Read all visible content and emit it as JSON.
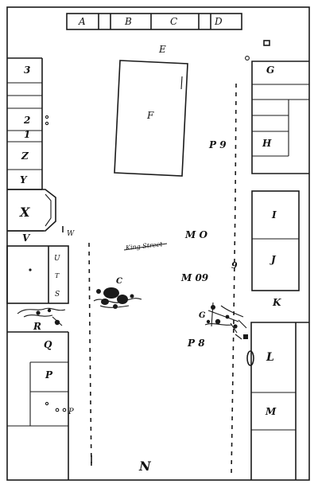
{
  "labels": {
    "top_a": "A",
    "top_b": "B",
    "top_c": "C",
    "top_d": "D",
    "e": "E",
    "f": "F",
    "g": "G",
    "h": "H",
    "i": "I",
    "j": "J",
    "k": "K",
    "l": "L",
    "m": "M",
    "n": "N",
    "left_3": "3",
    "left_2": "2",
    "left_1": "1",
    "z": "Z",
    "y": "Y",
    "x": "X",
    "v": "V",
    "w": "W",
    "u": "U",
    "t": "T",
    "s": "S",
    "r": "R",
    "q": "Q",
    "p_box": "P",
    "p_small": "P",
    "p9": "P 9",
    "mo": "M O",
    "m09": "M 09",
    "p8": "P 8",
    "c_group": "C",
    "g_group": "G",
    "nine": "9"
  },
  "street_name": "King Street"
}
